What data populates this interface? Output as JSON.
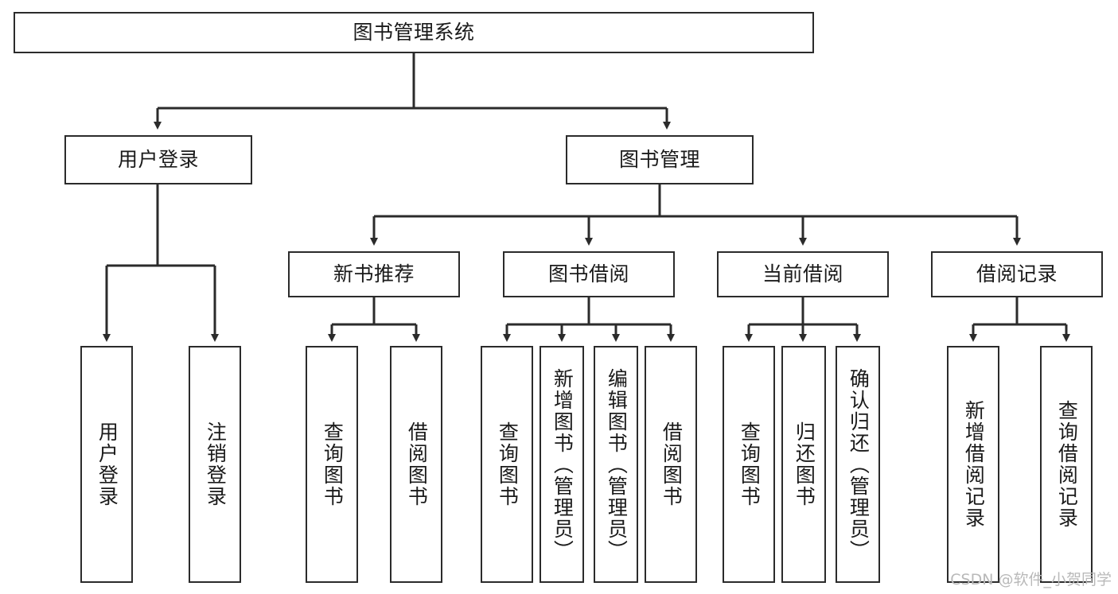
{
  "diagram": {
    "title": "图书管理系统",
    "watermark": "CSDN @软件_小贺同学",
    "nodes": {
      "root": {
        "label": "图书管理系统"
      },
      "level2": [
        {
          "id": "user-login",
          "label": "用户登录"
        },
        {
          "id": "book-manage",
          "label": "图书管理"
        }
      ],
      "level3": [
        {
          "id": "new-book-recommend",
          "label": "新书推荐"
        },
        {
          "id": "book-borrow",
          "label": "图书借阅"
        },
        {
          "id": "current-borrow",
          "label": "当前借阅"
        },
        {
          "id": "borrow-record",
          "label": "借阅记录"
        }
      ],
      "leaves": [
        {
          "id": "leaf-user-login",
          "label": "用户登录",
          "parent": "user-login"
        },
        {
          "id": "leaf-logout-login",
          "label": "注销登录",
          "parent": "user-login"
        },
        {
          "id": "leaf-query-book-1",
          "label": "查询图书",
          "parent": "new-book-recommend"
        },
        {
          "id": "leaf-borrow-book-1",
          "label": "借阅图书",
          "parent": "new-book-recommend"
        },
        {
          "id": "leaf-query-book-2",
          "label": "查询图书",
          "parent": "book-borrow"
        },
        {
          "id": "leaf-add-book",
          "label": "新增图书（管理员）",
          "parent": "book-borrow"
        },
        {
          "id": "leaf-edit-book",
          "label": "编辑图书（管理员）",
          "parent": "book-borrow"
        },
        {
          "id": "leaf-borrow-book-2",
          "label": "借阅图书",
          "parent": "book-borrow"
        },
        {
          "id": "leaf-query-book-3",
          "label": "查询图书",
          "parent": "current-borrow"
        },
        {
          "id": "leaf-return-book",
          "label": "归还图书",
          "parent": "current-borrow"
        },
        {
          "id": "leaf-confirm-return",
          "label": "确认归还（管理员）",
          "parent": "current-borrow"
        },
        {
          "id": "leaf-add-record",
          "label": "新增借阅记录",
          "parent": "borrow-record"
        },
        {
          "id": "leaf-query-record",
          "label": "查询借阅记录",
          "parent": "borrow-record"
        }
      ]
    },
    "colors": {
      "stroke": "#2b2b2b",
      "fill": "#ffffff",
      "text": "#1a1a1a",
      "watermark": "#b9b9b9"
    }
  }
}
